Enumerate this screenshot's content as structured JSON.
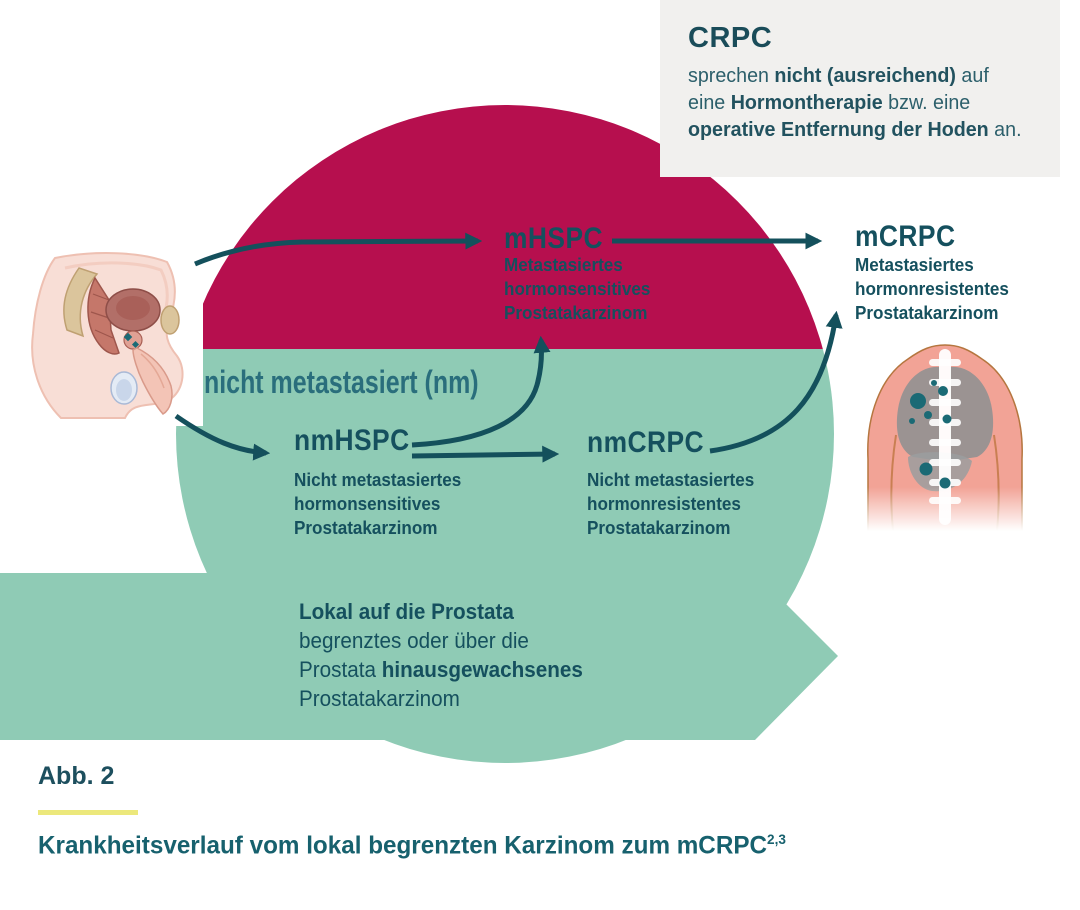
{
  "colors": {
    "crimson_metastatic_region": "#b60f4e",
    "green_nonmetastatic_region": "#8fcbb5",
    "teal_dark_text": "#15505e",
    "teal_region_label": "#2a6e7c",
    "arrow": "#14505c",
    "info_box_bg": "#f1f0ee",
    "caption_rule_yellow": "#ece87b",
    "caption_title_teal": "#17616e"
  },
  "info_box": {
    "title": "CRPC",
    "l1_normal1": "sprechen ",
    "l1_bold": "nicht (ausreichend)",
    "l1_normal2": " auf",
    "l2_normal1": "eine ",
    "l2_bold": "Hormontherapie",
    "l2_normal2": " bzw. eine",
    "l3_bold": "operative Entfernung der Hoden",
    "l3_normal": " an."
  },
  "stages": {
    "mhspc": {
      "label": "mHSPC",
      "desc": [
        "Metastasiertes",
        "hormonsensitives",
        "Prostatakarzinom"
      ]
    },
    "mcrpc": {
      "label": "mCRPC",
      "desc": [
        "Metastasiertes",
        "hormonresistentes",
        "Prostatakarzinom"
      ]
    },
    "nmhspc": {
      "label": "nmHSPC",
      "desc": [
        "Nicht metastasiertes",
        "hormonsensitives",
        "Prostatakarzinom"
      ]
    },
    "nmcrpc": {
      "label": "nmCRPC",
      "desc": [
        "Nicht metastasiertes",
        "hormonresistentes",
        "Prostatakarzinom"
      ]
    }
  },
  "region_label": "nicht metastasiert (nm)",
  "local_block": {
    "l1": "Lokal auf die Prostata",
    "l2": "begrenztes oder über die",
    "l3_normal": "Prostata ",
    "l3_bold": "hinausgewachsenes",
    "l4": "Prostatakarzinom"
  },
  "caption": {
    "figure": "Abb. 2",
    "title": "Krankheitsverlauf vom lokal begrenzten Karzinom zum mCRPC",
    "superscript": "2,3"
  },
  "illustrations": {
    "left": "pelvis-cross-section-illustration",
    "right": "torso-metastases-illustration"
  }
}
